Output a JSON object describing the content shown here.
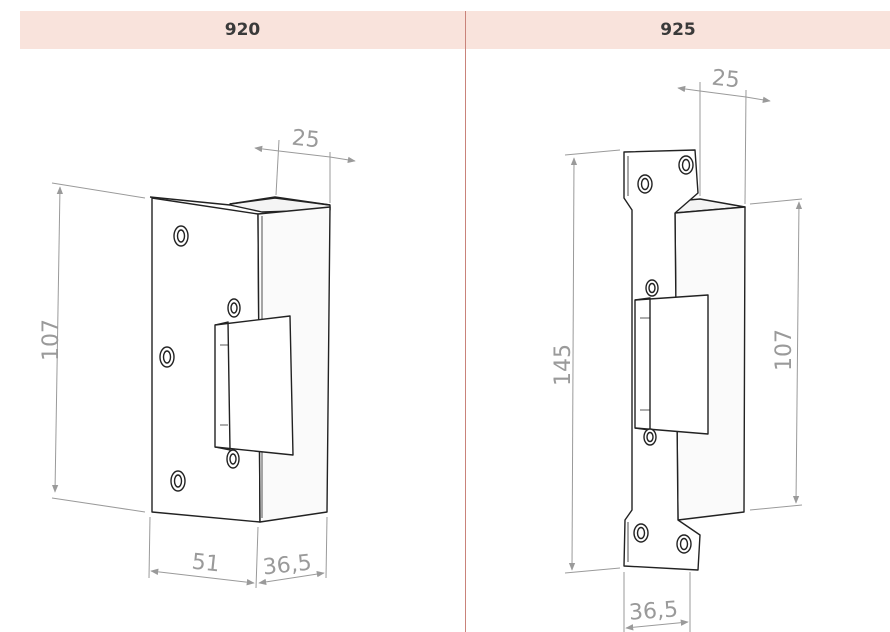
{
  "columns": [
    {
      "label": "920"
    },
    {
      "label": "925"
    }
  ],
  "dims_920": {
    "width": "51",
    "depth": "36,5",
    "top": "25",
    "height": "107"
  },
  "dims_925": {
    "top": "25",
    "total_height": "145",
    "body_height": "107",
    "bottom": "36,5"
  },
  "colors": {
    "header_bg": "#f9e3dc",
    "divider": "#c9837a",
    "dimension": "#9a9a9a",
    "outline": "#222222"
  }
}
